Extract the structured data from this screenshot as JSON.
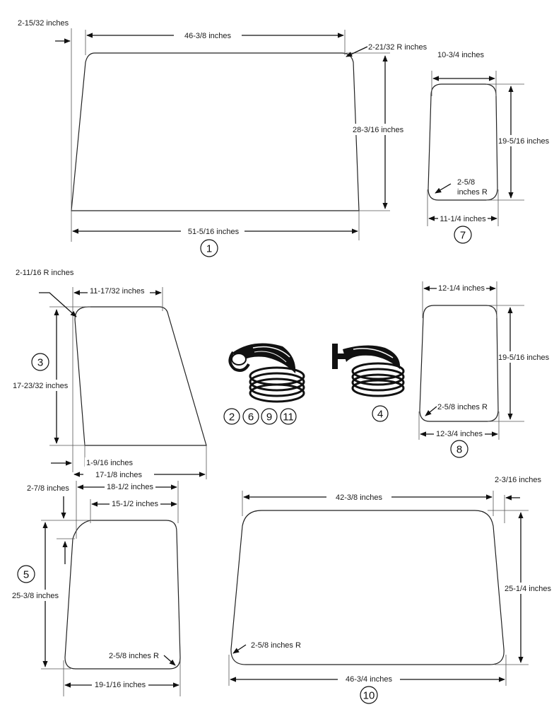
{
  "parts": {
    "p1": {
      "callout": "1",
      "top": "46-3/8 inches",
      "bottom": "51-5/16 inches",
      "height": "28-3/16 inches",
      "corner": "2-21/32 R inches",
      "offset": "2-15/32 inches"
    },
    "p7": {
      "callout": "7",
      "top": "10-3/4 inches",
      "bottom": "11-1/4 inches",
      "height": "19-5/16 inches",
      "radius_line1": "2-5/8",
      "radius_line2": "inches R"
    },
    "p3": {
      "callout": "3",
      "radius": "2-11/16 R inches",
      "top": "11-17/32 inches",
      "height": "17-23/32 inches",
      "inset": "1-9/16 inches",
      "bottom": "17-1/8 inches"
    },
    "p8": {
      "callout": "8",
      "top": "12-1/4 inches",
      "height": "19-5/16 inches",
      "radius": "2-5/8 inches R",
      "bottom": "12-3/4 inches"
    },
    "seal_a": {
      "callouts": [
        "2",
        "6",
        "9",
        "11"
      ]
    },
    "seal_b": {
      "callout": "4"
    },
    "p5": {
      "callout": "5",
      "offset": "2-7/8 inches",
      "top_outer": "18-1/2 inches",
      "top_inner": "15-1/2 inches",
      "height": "25-3/8 inches",
      "radius": "2-5/8 inches R",
      "bottom": "19-1/16 inches"
    },
    "p10": {
      "callout": "10",
      "top": "42-3/8 inches",
      "offset": "2-3/16 inches",
      "height": "25-1/4 inches",
      "radius": "2-5/8 inches R",
      "bottom": "46-3/4 inches"
    }
  }
}
